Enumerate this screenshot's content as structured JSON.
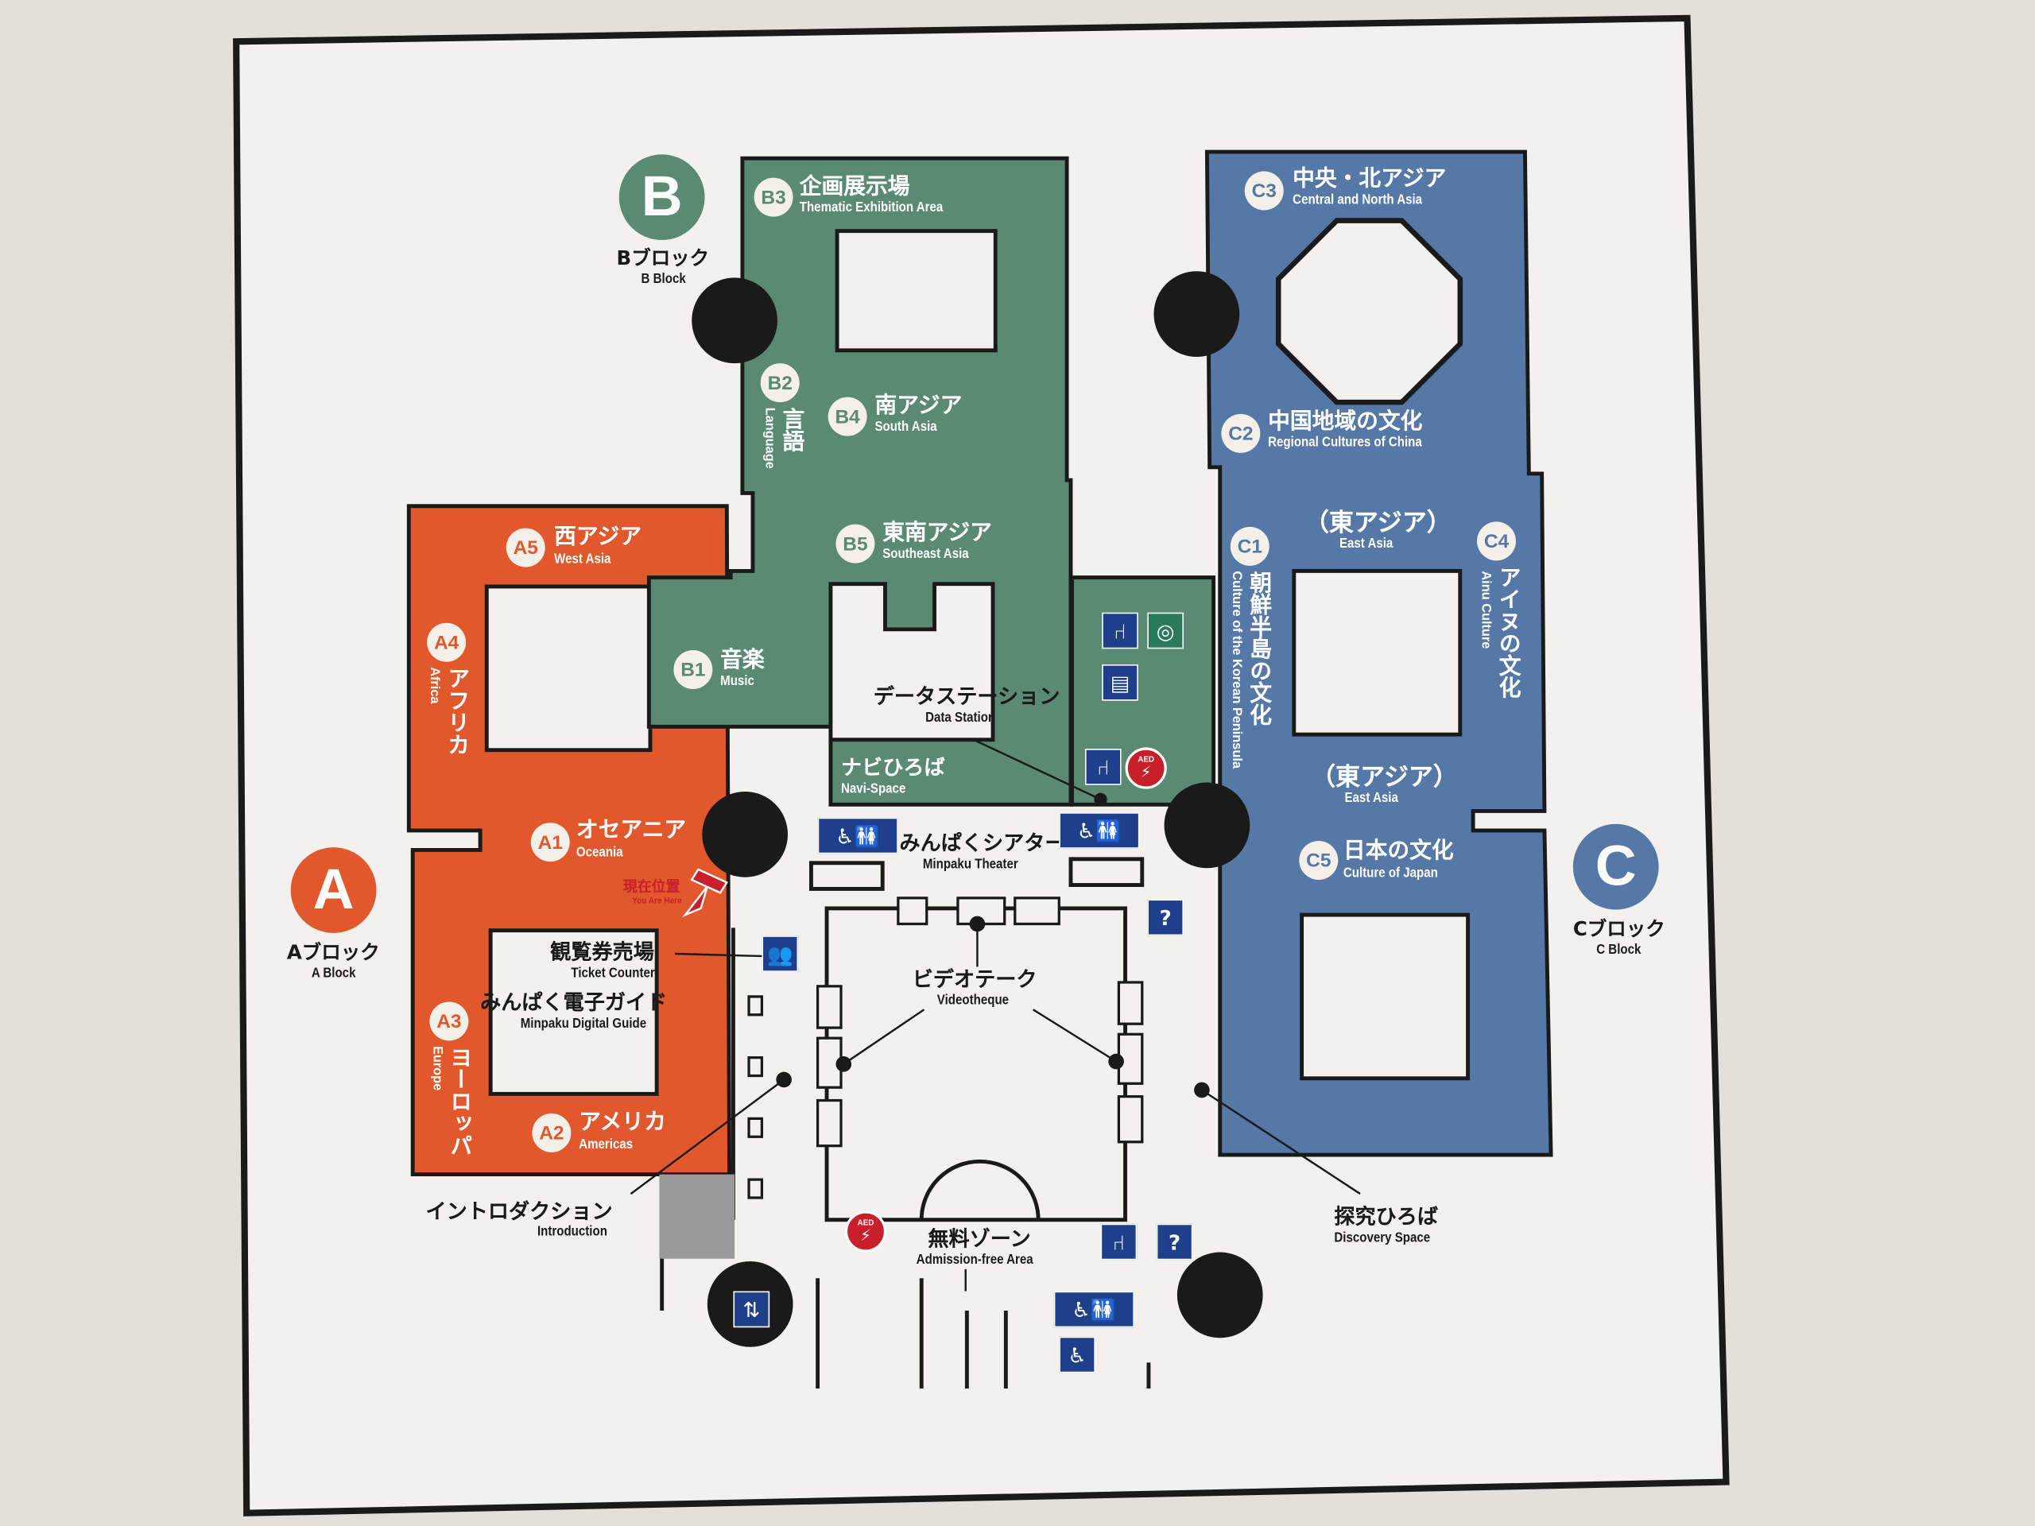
{
  "colors": {
    "a_block": "#e0582b",
    "b_block": "#5a8a72",
    "c_block": "#5578a6",
    "board": "#f3f1ee",
    "wall": "#e4dfd9",
    "border": "#1a1a1a"
  },
  "blocks": {
    "a": {
      "letter": "A",
      "ja": "Aブロック",
      "en": "A Block"
    },
    "b": {
      "letter": "B",
      "ja": "Bブロック",
      "en": "B Block"
    },
    "c": {
      "letter": "C",
      "ja": "Cブロック",
      "en": "C Block"
    }
  },
  "zones": {
    "a1": {
      "code": "A1",
      "ja": "オセアニア",
      "en": "Oceania"
    },
    "a2": {
      "code": "A2",
      "ja": "アメリカ",
      "en": "Americas"
    },
    "a3": {
      "code": "A3",
      "ja": "ヨーロッパ",
      "en": "Europe"
    },
    "a4": {
      "code": "A4",
      "ja": "アフリカ",
      "en": "Africa"
    },
    "a5": {
      "code": "A5",
      "ja": "西アジア",
      "en": "West Asia"
    },
    "b1": {
      "code": "B1",
      "ja": "音楽",
      "en": "Music"
    },
    "b2": {
      "code": "B2",
      "ja": "言語",
      "en": "Language"
    },
    "b3": {
      "code": "B3",
      "ja": "企画展示場",
      "en": "Thematic Exhibition Area"
    },
    "b4": {
      "code": "B4",
      "ja": "南アジア",
      "en": "South Asia"
    },
    "b5": {
      "code": "B5",
      "ja": "東南アジア",
      "en": "Southeast Asia"
    },
    "c1": {
      "code": "C1",
      "ja": "朝鮮半島の文化",
      "en": "Culture of the Korean Peninsula"
    },
    "c2": {
      "code": "C2",
      "ja": "中国地域の文化",
      "en": "Regional Cultures of China"
    },
    "c3": {
      "code": "C3",
      "ja": "中央・北アジア",
      "en": "Central and North Asia"
    },
    "c4": {
      "code": "C4",
      "ja": "アイヌの文化",
      "en": "Ainu Culture"
    },
    "c5": {
      "code": "C5",
      "ja": "日本の文化",
      "en": "Culture of Japan"
    },
    "east_asia_1": {
      "ja": "（東アジア）",
      "en": "East Asia"
    },
    "east_asia_2": {
      "ja": "（東アジア）",
      "en": "East Asia"
    }
  },
  "facilities": {
    "data_station": {
      "ja": "データステーション",
      "en": "Data Station"
    },
    "navi_space": {
      "ja": "ナビひろば",
      "en": "Navi-Space"
    },
    "theater": {
      "ja": "みんぱくシアター",
      "en": "Minpaku Theater"
    },
    "ticket": {
      "ja": "観覧券売場",
      "en": "Ticket Counter"
    },
    "guide": {
      "ja": "みんぱく電子ガイド",
      "en": "Minpaku Digital Guide"
    },
    "videotheque": {
      "ja": "ビデオテーク",
      "en": "Videotheque"
    },
    "free_area": {
      "ja": "無料ゾーン",
      "en": "Admission-free Area"
    },
    "introduction": {
      "ja": "イントロダクション",
      "en": "Introduction"
    },
    "discovery": {
      "ja": "探究ひろば",
      "en": "Discovery Space"
    },
    "you_are_here": {
      "ja": "現在位置",
      "en": "You Are Here"
    }
  },
  "icons": {
    "aed": "AED",
    "info": "?",
    "restroom": "restroom-icon",
    "elevator": "elevator-icon",
    "wheelchair": "wheelchair-icon"
  }
}
